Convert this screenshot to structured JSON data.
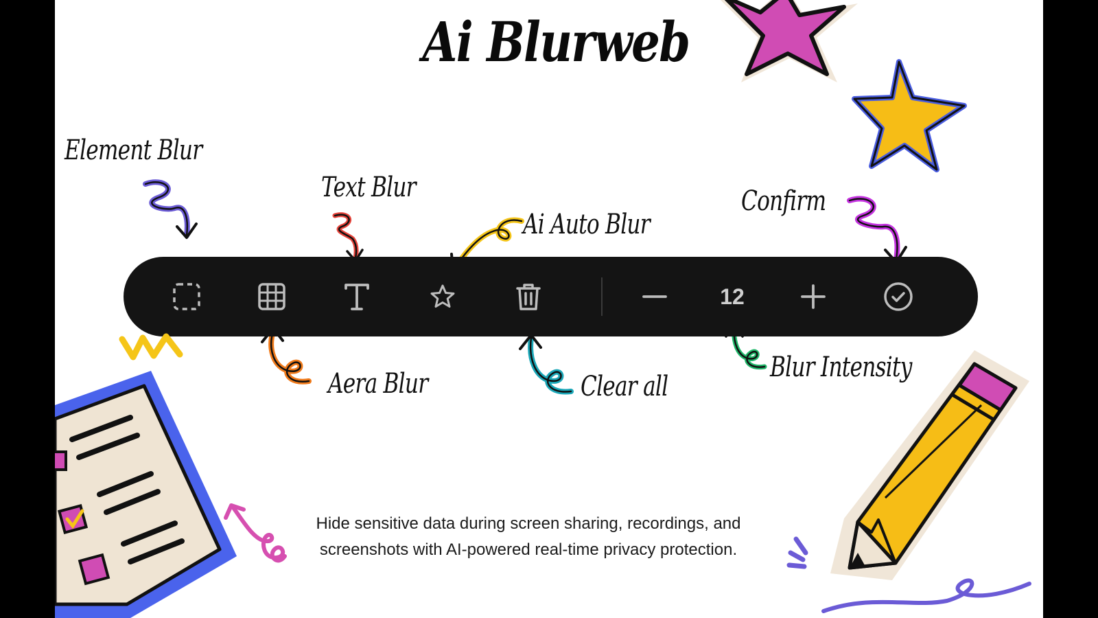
{
  "page": {
    "title": "Ai Blurweb",
    "description_line1": "Hide sensitive data during screen sharing, recordings, and",
    "description_line2": "screenshots with AI-powered real-time privacy protection."
  },
  "labels": {
    "element_blur": "Element Blur",
    "text_blur": "Text Blur",
    "ai_auto_blur": "Ai Auto Blur",
    "confirm": "Confirm",
    "area_blur": "Aera Blur",
    "clear_all": "Clear all",
    "blur_intensity": "Blur Intensity"
  },
  "toolbar": {
    "intensity_value": "12",
    "icons": [
      "dashed-square-icon",
      "grid-icon",
      "text-icon",
      "star-icon",
      "trash-icon",
      "minus-icon",
      "plus-icon",
      "check-circle-icon"
    ]
  },
  "colors": {
    "toolbar_bg": "#141414",
    "icon": "#bdbdbd",
    "arrow_element": "#6b5bd6",
    "arrow_text": "#e8453c",
    "arrow_ai": "#f5c518",
    "arrow_confirm": "#c534e0",
    "arrow_area": "#f07a1a",
    "arrow_clear": "#1aa7b8",
    "arrow_intensity": "#1fb86a"
  }
}
